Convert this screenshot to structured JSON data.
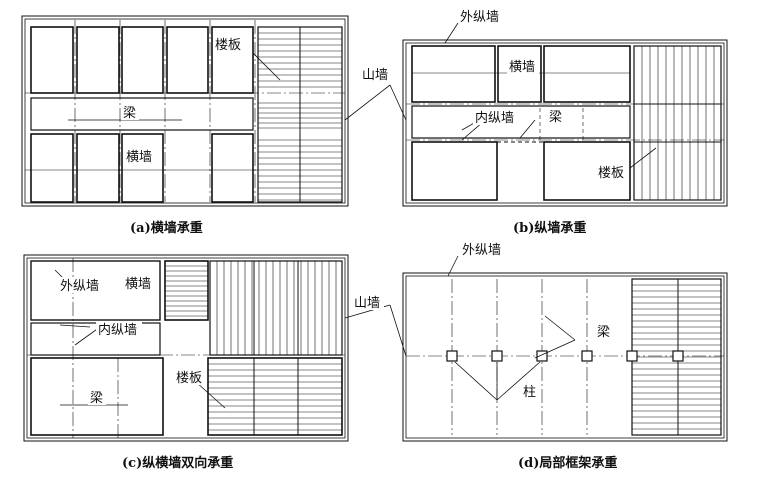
{
  "panels": {
    "a": {
      "caption": "(a)横墙承重",
      "labels": {
        "floor_slab": "楼板",
        "beam": "梁",
        "cross_wall": "横墙"
      }
    },
    "b": {
      "caption": "(b)纵墙承重",
      "labels": {
        "outer_long_wall": "外纵墙",
        "cross_wall": "横墙",
        "inner_long_wall": "内纵墙",
        "beam": "梁",
        "floor_slab": "楼板"
      }
    },
    "c": {
      "caption": "(c)纵横墙双向承重",
      "labels": {
        "outer_long_wall": "外纵墙",
        "cross_wall": "横墙",
        "inner_long_wall": "内纵墙",
        "beam": "梁",
        "floor_slab": "楼板"
      }
    },
    "d": {
      "caption": "(d)局部框架承重",
      "labels": {
        "outer_long_wall": "外纵墙",
        "beam": "梁",
        "column": "柱"
      }
    }
  },
  "shared": {
    "gable_wall_top": "山墙",
    "gable_wall_bottom": "山墙"
  },
  "colors": {
    "line": "#111111",
    "background": "#ffffff"
  }
}
